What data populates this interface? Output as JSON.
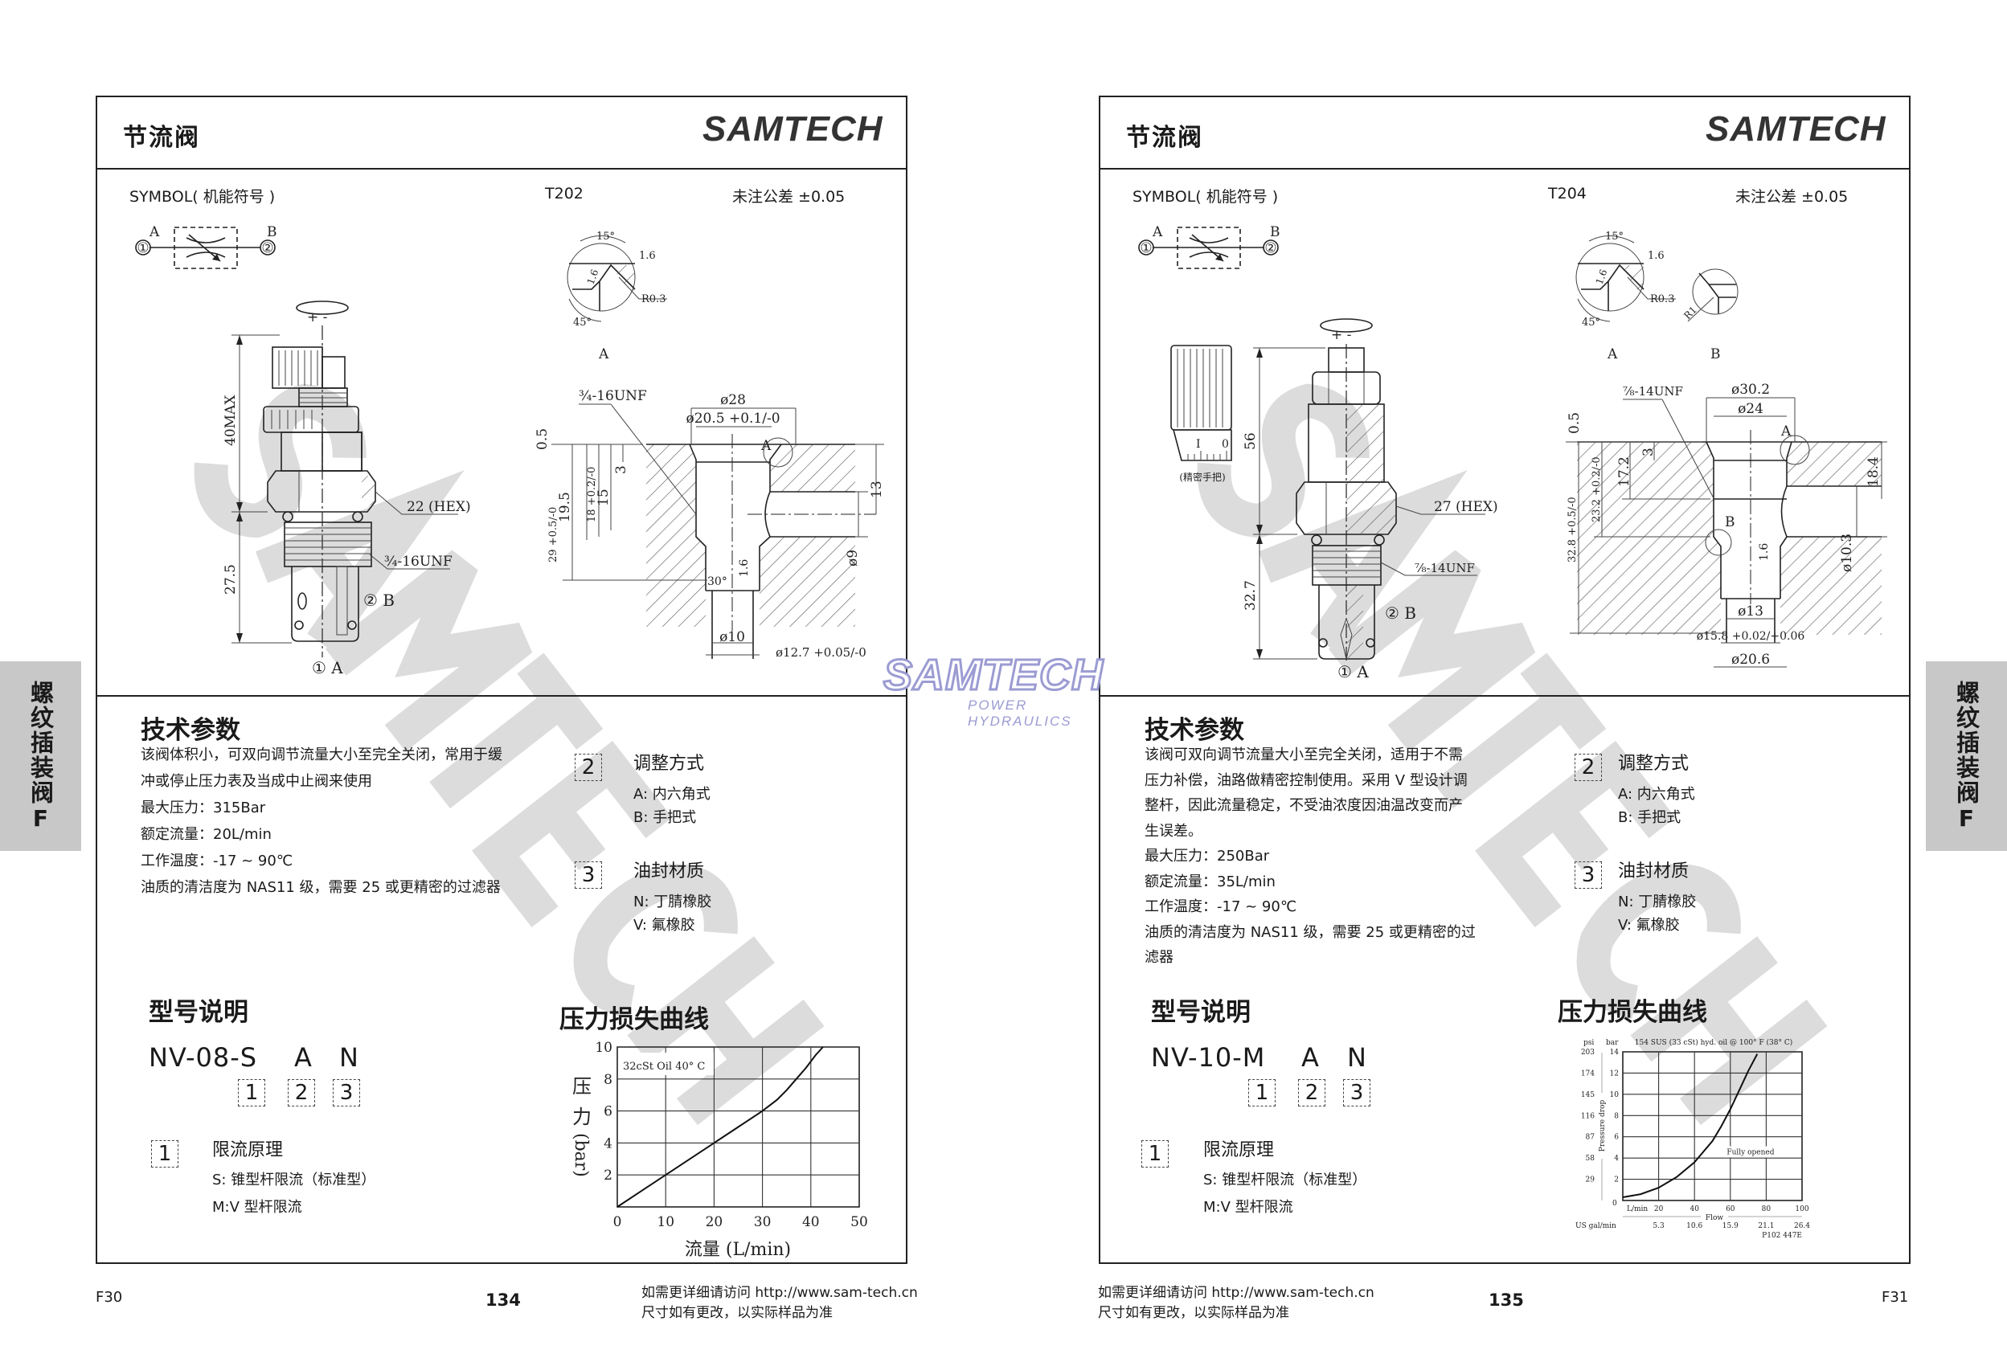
{
  "watermark": "SAMTECH",
  "center_logo": {
    "name": "SAMTECH",
    "tagline": "POWER HYDRAULICS",
    "color": "#9b9bd3"
  },
  "side_tab": {
    "text": "螺纹插装阀",
    "letter": "F",
    "bg": "#c8c8c8"
  },
  "pages": [
    {
      "header_title": "节流阀",
      "logo": "SAMTECH",
      "symbol_label": "SYMBOL( 机能符号 )",
      "cavity_code": "T202",
      "tolerance": "未注公差  ±0.05",
      "tech_title": "技术参数",
      "tech_lines": [
        "该阀体积小，可双向调节流量大小至完全关闭，常用于缓",
        "冲或停止压力表及当成中止阀来使用",
        "最大压力：315Bar",
        "额定流量：20L/min",
        "工作温度：-17 ~ 90℃",
        "油质的清洁度为 NAS11 级，需要 25 或更精密的过滤器"
      ],
      "adjust": {
        "num": "2",
        "title": "调整方式",
        "items": [
          "A: 内六角式",
          "B: 手把式"
        ]
      },
      "seal": {
        "num": "3",
        "title": "油封材质",
        "items": [
          "N: 丁腈橡胶",
          "V: 氟橡胶"
        ]
      },
      "model_title": "型号说明",
      "model": {
        "code": "NV-08-S",
        "a": "A",
        "n": "N",
        "boxes": [
          "1",
          "2",
          "3"
        ]
      },
      "principle": {
        "num": "1",
        "title": "限流原理",
        "items": [
          "S: 锥型杆限流（标准型）",
          "M:V 型杆限流"
        ]
      },
      "chart_title": "压力损失曲线",
      "footer": {
        "left": "F30",
        "page": "134",
        "note1": "如需更详细请访问 http://www.sam-tech.cn",
        "note2": "尺寸如有更改，以实际样品为准"
      },
      "drawing": {
        "sym_a": "A",
        "sym_b": "B",
        "port1": "①",
        "port2": "②",
        "rotate": "+  -",
        "dim_total": "40MAX",
        "dim_lower": "27.5",
        "hex": "22 (HEX)",
        "thread": "¾-16UNF",
        "label_b": "② B",
        "label_a": "① A",
        "det_15": "15°",
        "det_16a": "1.6",
        "det_16b": "1.6",
        "det_r": "R0.3",
        "det_45": "45°",
        "det_a": "A",
        "cav_thread": "¾-16UNF",
        "cav_d28": "ø28",
        "cav_d205": "ø20.5 +0.1/-0",
        "cav_a": "A",
        "cav_05": "0.5",
        "cav_3": "3",
        "cav_15": "15",
        "cav_18": "18 +0.2/-0",
        "cav_195": "19.5",
        "cav_29": "29 +0.5/-0",
        "cav_13": "13",
        "cav_d9": "ø9",
        "cav_30": "30°",
        "cav_16": "1.6",
        "cav_d10": "ø10",
        "cav_d127": "ø12.7 +0.05/-0"
      }
    },
    {
      "header_title": "节流阀",
      "logo": "SAMTECH",
      "symbol_label": "SYMBOL( 机能符号 )",
      "cavity_code": "T204",
      "tolerance": "未注公差  ±0.05",
      "tech_title": "技术参数",
      "tech_lines": [
        "该阀可双向调节流量大小至完全关闭，适用于不需",
        "压力补偿，油路做精密控制使用。采用 V 型设计调",
        "整杆，因此流量稳定，不受油浓度因油温改变而产",
        "生误差。",
        "最大压力：250Bar",
        "额定流量：35L/min",
        "工作温度：-17 ~ 90℃",
        "油质的清洁度为 NAS11 级，需要 25 或更精密的过",
        "滤器"
      ],
      "adjust": {
        "num": "2",
        "title": "调整方式",
        "items": [
          "A: 内六角式",
          "B: 手把式"
        ]
      },
      "seal": {
        "num": "3",
        "title": "油封材质",
        "items": [
          "N: 丁腈橡胶",
          "V: 氟橡胶"
        ]
      },
      "model_title": "型号说明",
      "model": {
        "code": "NV-10-M",
        "a": "A",
        "n": "N",
        "boxes": [
          "1",
          "2",
          "3"
        ]
      },
      "principle": {
        "num": "1",
        "title": "限流原理",
        "items": [
          "S: 锥型杆限流（标准型）",
          "M:V 型杆限流"
        ]
      },
      "chart_title": "压力损失曲线",
      "footer": {
        "left": "F31",
        "page": "135",
        "note1": "如需更详细请访问 http://www.sam-tech.cn",
        "note2": "尺寸如有更改，以实际样品为准"
      },
      "drawing": {
        "sym_a": "A",
        "sym_b": "B",
        "port1": "①",
        "port2": "②",
        "rotate": "+  -",
        "dim_total": "56",
        "dim_lower": "32.7",
        "hex": "27 (HEX)",
        "thread": "⅞-14UNF",
        "label_b": "② B",
        "label_a": "① A",
        "knob_i": "I",
        "knob_0": "0",
        "knob_caption": "(精密手把)",
        "det_15": "15°",
        "det_16a": "1.6",
        "det_16b": "1.6",
        "det_r": "R0.3",
        "det_45": "45°",
        "det_a": "A",
        "det_r1": "R1",
        "det_b": "B",
        "cav_thread": "⅞-14UNF",
        "cav_d302": "ø30.2",
        "cav_d24": "ø24",
        "cav_a": "A",
        "cav_05": "0.5",
        "cav_3": "3",
        "cav_172": "17.2",
        "cav_232": "23.2 +0.2/-0",
        "cav_328": "32.8 +0.5/-0",
        "cav_184": "18.4",
        "cav_b": "B",
        "cav_16": "1.6",
        "cav_d103": "ø10.3",
        "cav_d13": "ø13",
        "cav_d158": "ø15.8 +0.02/+0.06",
        "cav_d206": "ø20.6"
      }
    }
  ],
  "chart_data": [
    {
      "type": "line",
      "title": "压力损失曲线",
      "annotation": "32cSt Oil 40° C",
      "xlabel": "流量 (L/min)",
      "ylabel_chars": [
        "压",
        "力"
      ],
      "ylabel_unit": "(bar)",
      "xlim": [
        0,
        50
      ],
      "ylim": [
        0,
        10
      ],
      "xticks": [
        0,
        10,
        20,
        30,
        40,
        50
      ],
      "yticks": [
        2,
        4,
        6,
        8,
        10
      ],
      "grid": true,
      "series": [
        {
          "name": "pressure drop",
          "x": [
            0,
            5,
            10,
            15,
            20,
            25,
            30,
            33,
            35,
            37,
            39,
            41,
            42.5
          ],
          "y": [
            0,
            1,
            2,
            3,
            4,
            5,
            6,
            6.7,
            7.3,
            8,
            8.7,
            9.5,
            10
          ]
        }
      ]
    },
    {
      "type": "line",
      "title": "压力损失曲线",
      "annotation": "154 SUS (33 cSt) hyd. oil @ 100° F (38° C)",
      "curve_label": "Fully opened",
      "xlabel": "Flow",
      "x_unit": "L/min",
      "x2_unit": "US gal/min",
      "ylabel": "Pressure drop",
      "y_unit": "bar",
      "y2_unit": "psi",
      "origin_label": "0",
      "code": "P102 447E",
      "xlim": [
        0,
        100
      ],
      "ylim": [
        0,
        14
      ],
      "xticks": [
        20,
        40,
        60,
        80,
        100
      ],
      "x2ticks": [
        "5.3",
        "10.6",
        "15.9",
        "21.1",
        "26.4"
      ],
      "yticks": [
        2,
        4,
        6,
        8,
        10,
        12,
        14
      ],
      "y2ticks": [
        "29",
        "58",
        "87",
        "116",
        "145",
        "174",
        "203"
      ],
      "grid": true,
      "series": [
        {
          "name": "Fully opened",
          "x": [
            0,
            10,
            20,
            30,
            40,
            50,
            55,
            60,
            65,
            70,
            75
          ],
          "y": [
            0.3,
            0.6,
            1.2,
            2.2,
            3.6,
            5.6,
            7,
            8.6,
            10.4,
            12.2,
            13.8
          ]
        }
      ]
    }
  ]
}
